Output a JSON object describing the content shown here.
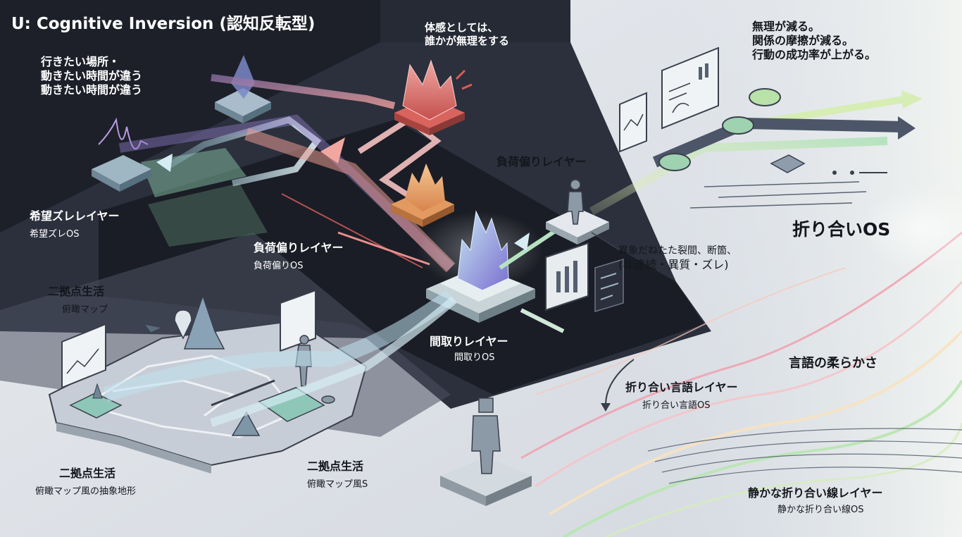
{
  "title": "U: Cognitive Inversion (認知反転型)",
  "labels": {
    "wish_line1": "行きたい場所・",
    "wish_line2": "動きたい時間が違う",
    "wish_line3": "動きたい時間が違う",
    "feel_line1": "体感としては、",
    "feel_line2": "誰かが無理をする",
    "result_line1": "無理が減る。",
    "result_line2": "関係の摩擦が減る。",
    "result_line3": "行動の成功率が上がる。",
    "load_layer_top": "負荷偏りレイヤー",
    "wish_layer": "希望ズレレイヤー",
    "wish_os": "希望ズレOS",
    "load_layer": "負荷偏りレイヤー",
    "load_os": "負荷偏りOS",
    "dual_life_1": "二拠点生活",
    "map_1": "俯瞰マップ",
    "madori_layer": "間取りレイヤー",
    "madori_os": "間取りOS",
    "anomaly_line1": "異象だねたた裂間、断箇、",
    "anomaly_line2": "(非連続・異質・ズレ)",
    "oriai_os": "折り合いOS",
    "soft_language": "言語の柔らかさ",
    "oriai_lang_layer": "折り合い言語レイヤー",
    "oriai_lang_os": "折り合い言語OS",
    "dual_life_2": "二拠点生活",
    "map_terrain": "俯瞰マップ風の抽象地形",
    "dual_life_3": "二拠点生活",
    "map_s": "俯瞰マップ風S",
    "quiet_layer": "静かな折り合い線レイヤー",
    "quiet_os": "静かな折り合い線OS"
  },
  "colors": {
    "dark_band": "#1c1f28",
    "mid_band": "#3a3f4c",
    "light_bg": "#dfe3e9",
    "crystal_red": "#d9645e",
    "crystal_orange": "#e39a61",
    "crystal_blue": "#8fa8e6",
    "wave_pink": "#f0a0b0",
    "wave_green": "#b8e6a0",
    "accent_teal": "#8ec7b7"
  }
}
